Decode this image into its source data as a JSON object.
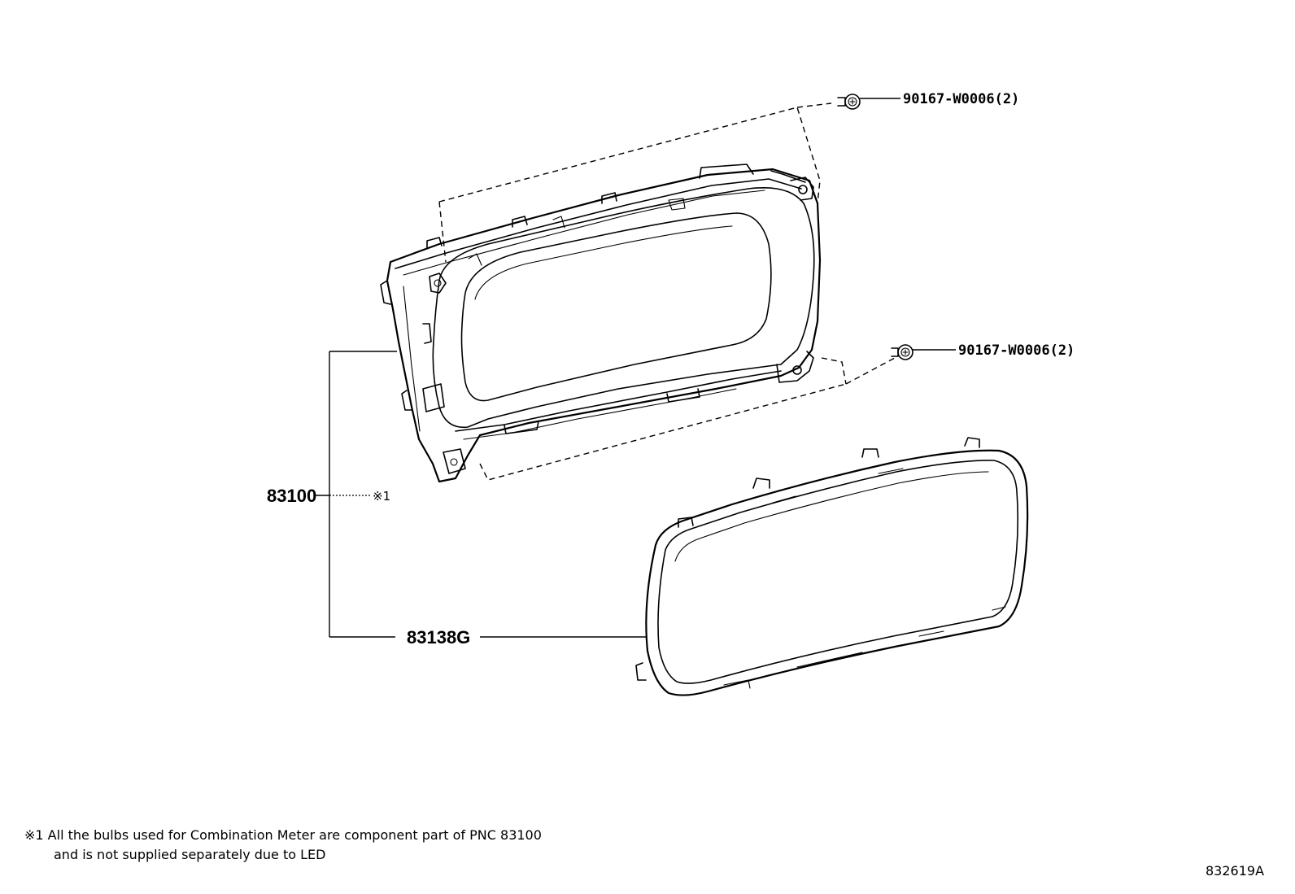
{
  "parts": {
    "combination_meter": "83100",
    "meter_glass": "83138G",
    "screw_upper": "90167-W0006(2)",
    "screw_lower": "90167-W0006(2)",
    "note_marker": "※1"
  },
  "footnote": {
    "line1": "※1 All the bulbs used for Combination Meter are component part of PNC 83100",
    "line2": "and is not supplied separately due to LED"
  },
  "diagram_ref": "832619A"
}
